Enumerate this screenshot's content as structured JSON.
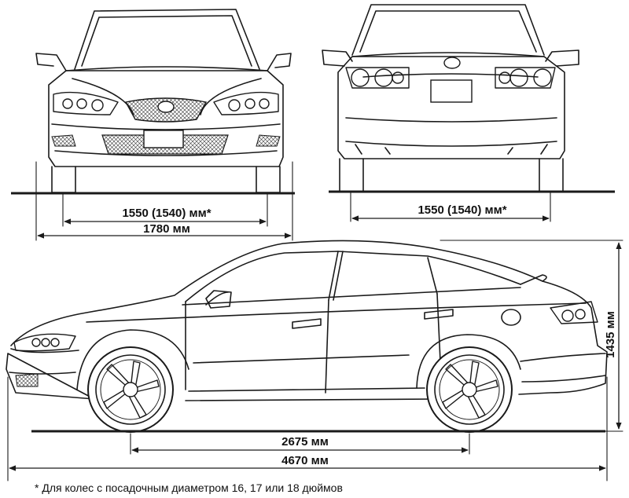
{
  "front_view": {
    "track_label": "1550 (1540) мм*",
    "width_label": "1780 мм"
  },
  "rear_view": {
    "track_label": "1550 (1540) мм*"
  },
  "side_view": {
    "height_label": "1435 мм",
    "wheelbase_label": "2675 мм",
    "length_label": "4670 мм"
  },
  "footnote": "* Для колес с посадочным диаметром 16, 17 или 18 дюймов",
  "colors": {
    "ink": "#1a1a1a",
    "background": "#ffffff"
  }
}
